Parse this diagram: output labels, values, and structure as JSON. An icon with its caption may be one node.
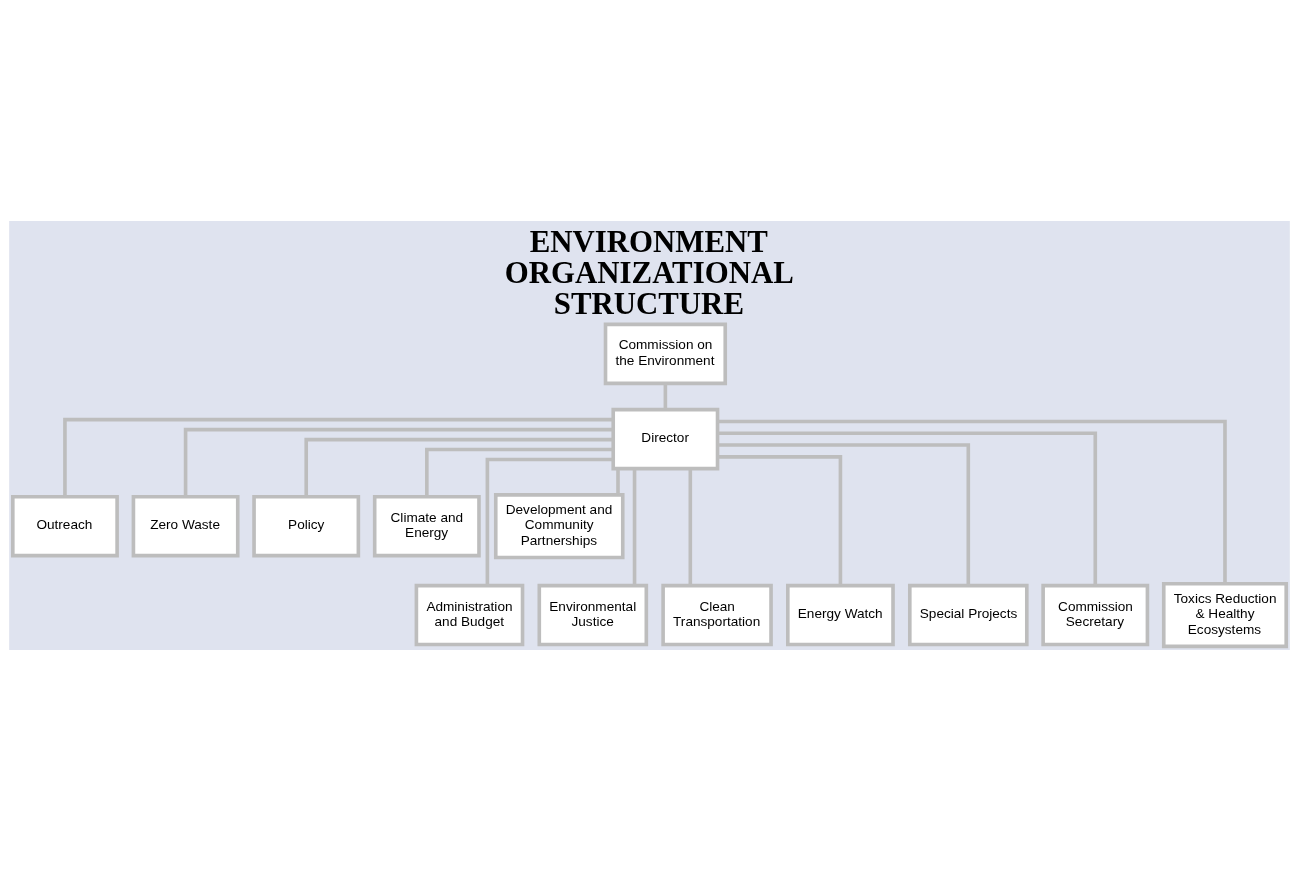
{
  "diagram": {
    "title": "ENVIRONMENT ORGANIZATIONAL STRUCTURE",
    "nodes": [
      {
        "text": [
          "Commission on the Environment"
        ]
      },
      {
        "text": [
          "Director"
        ]
      },
      {
        "text": [
          "Outreach"
        ]
      },
      {
        "text": [
          "Zero Waste"
        ]
      },
      {
        "text": [
          "Policy"
        ]
      },
      {
        "text": [
          "Climate and Energy"
        ]
      },
      {
        "text": [
          "Development and Community Partnerships"
        ]
      },
      {
        "text": [
          "Administration and Budget"
        ]
      },
      {
        "text": [
          "Environmental Justice"
        ]
      },
      {
        "text": [
          "Clean Transportation"
        ]
      },
      {
        "text": [
          "Energy Watch"
        ]
      },
      {
        "text": [
          "Special Projects"
        ]
      },
      {
        "text": [
          "Commission Secretary"
        ]
      },
      {
        "text": [
          "Toxics Reduction & Healthy Ecosystems"
        ]
      }
    ],
    "edges": [
      {
        "from": 0,
        "to": 1,
        "arrow": "none"
      },
      {
        "from": 1,
        "to": 7,
        "arrow": "none"
      },
      {
        "from": 1,
        "to": 2,
        "arrow": "none"
      },
      {
        "from": 1,
        "to": 8,
        "arrow": "none"
      },
      {
        "from": 1,
        "to": 3,
        "arrow": "none"
      },
      {
        "from": 1,
        "to": 9,
        "arrow": "none"
      },
      {
        "from": 1,
        "to": 10,
        "arrow": "none"
      },
      {
        "from": 1,
        "to": 4,
        "arrow": "none"
      },
      {
        "from": 1,
        "to": 11,
        "arrow": "none"
      },
      {
        "from": 1,
        "to": 5,
        "arrow": "none"
      },
      {
        "from": 1,
        "to": 12,
        "arrow": "none"
      },
      {
        "from": 1,
        "to": 6,
        "arrow": "none"
      },
      {
        "from": 1,
        "to": 13,
        "arrow": "none"
      }
    ]
  }
}
